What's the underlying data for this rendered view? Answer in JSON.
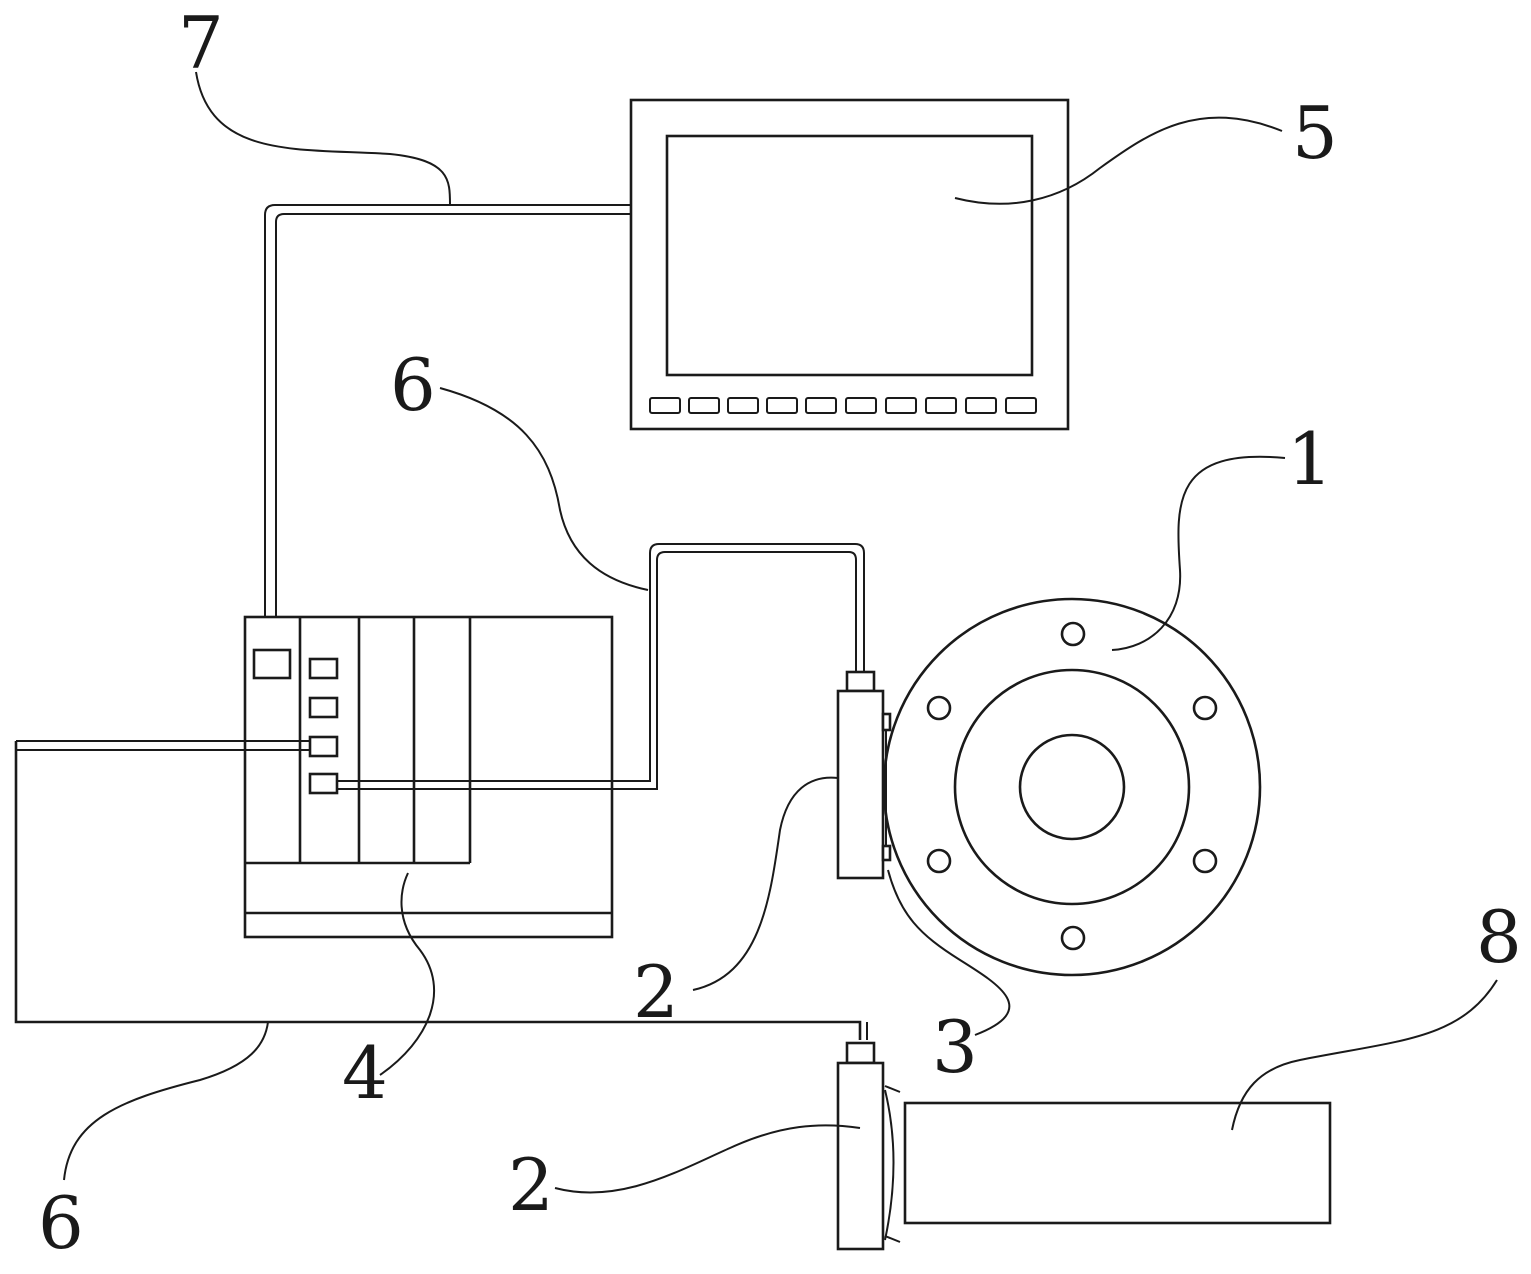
{
  "labels": {
    "flange": "1",
    "sensor_upper": "2",
    "sensor_lower": "2",
    "bracket": "3",
    "controller": "4",
    "display": "5",
    "cable_upper": "6",
    "cable_lower": "6",
    "display_cable": "7",
    "workpiece": "8"
  },
  "colors": {
    "line": "#1a1a1a",
    "background": "#ffffff"
  }
}
